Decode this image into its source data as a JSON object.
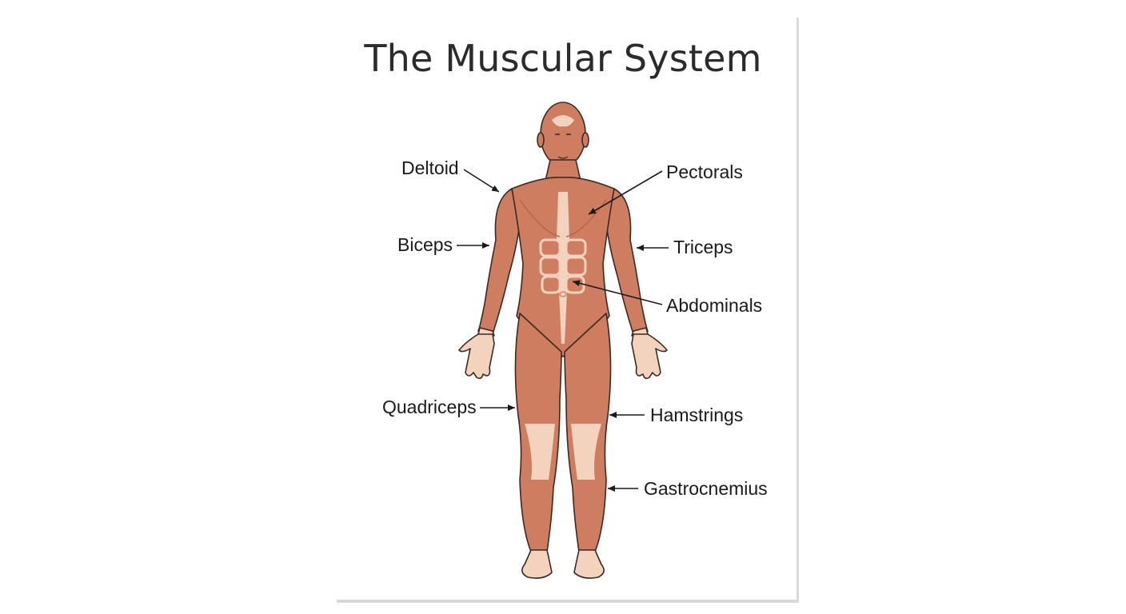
{
  "title": "The Muscular System",
  "colors": {
    "muscle": "#cf7d60",
    "muscle_dark": "#b8664a",
    "tendon": "#f3d3bd",
    "outline": "#3a2a22",
    "text": "#1a1a1a"
  },
  "labels": {
    "deltoid": "Deltoid",
    "pectorals": "Pectorals",
    "biceps": "Biceps",
    "triceps": "Triceps",
    "abdominals": "Abdominals",
    "quadriceps": "Quadriceps",
    "hamstrings": "Hamstrings",
    "gastrocnemius": "Gastrocnemius"
  }
}
